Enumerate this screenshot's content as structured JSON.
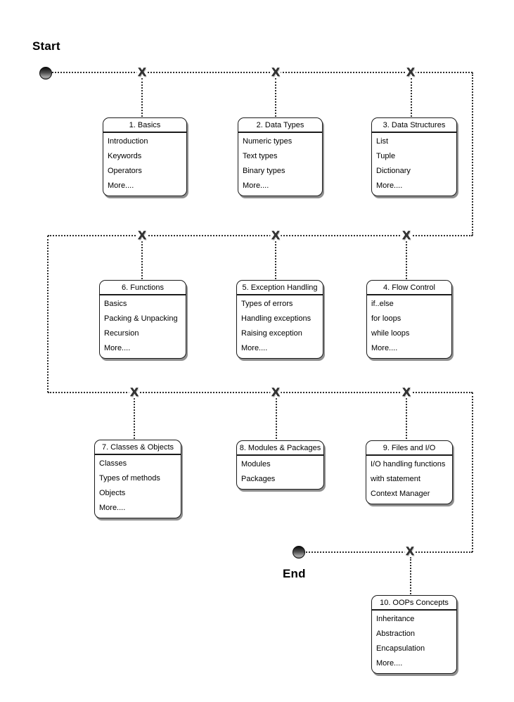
{
  "diagram": {
    "start_label": "Start",
    "end_label": "End",
    "junction_marker": "X",
    "line_color": "#2e2e2e",
    "box_border_color": "#1b1b1b",
    "background_color": "#ffffff"
  },
  "boxes": [
    {
      "title": "1. Basics",
      "items": [
        "Introduction",
        "Keywords",
        "Operators",
        "More...."
      ]
    },
    {
      "title": "2. Data Types",
      "items": [
        "Numeric types",
        "Text types",
        "Binary types",
        "More...."
      ]
    },
    {
      "title": "3. Data Structures",
      "items": [
        "List",
        "Tuple",
        "Dictionary",
        "More...."
      ]
    },
    {
      "title": "6. Functions",
      "items": [
        "Basics",
        "Packing & Unpacking",
        "Recursion",
        "More...."
      ]
    },
    {
      "title": "5. Exception Handling",
      "items": [
        "Types of errors",
        "Handling exceptions",
        "Raising exception",
        "More...."
      ]
    },
    {
      "title": "4. Flow Control",
      "items": [
        "if..else",
        "for loops",
        "while loops",
        "More...."
      ]
    },
    {
      "title": "7. Classes & Objects",
      "items": [
        "Classes",
        "Types of methods",
        "Objects",
        "More...."
      ]
    },
    {
      "title": "8. Modules & Packages",
      "items": [
        "Modules",
        "Packages"
      ]
    },
    {
      "title": "9. Files and I/O",
      "items": [
        "I/O handling functions",
        "with statement",
        "Context Manager"
      ]
    },
    {
      "title": "10. OOPs Concepts",
      "items": [
        "Inheritance",
        "Abstraction",
        "Encapsulation",
        "More...."
      ]
    }
  ]
}
